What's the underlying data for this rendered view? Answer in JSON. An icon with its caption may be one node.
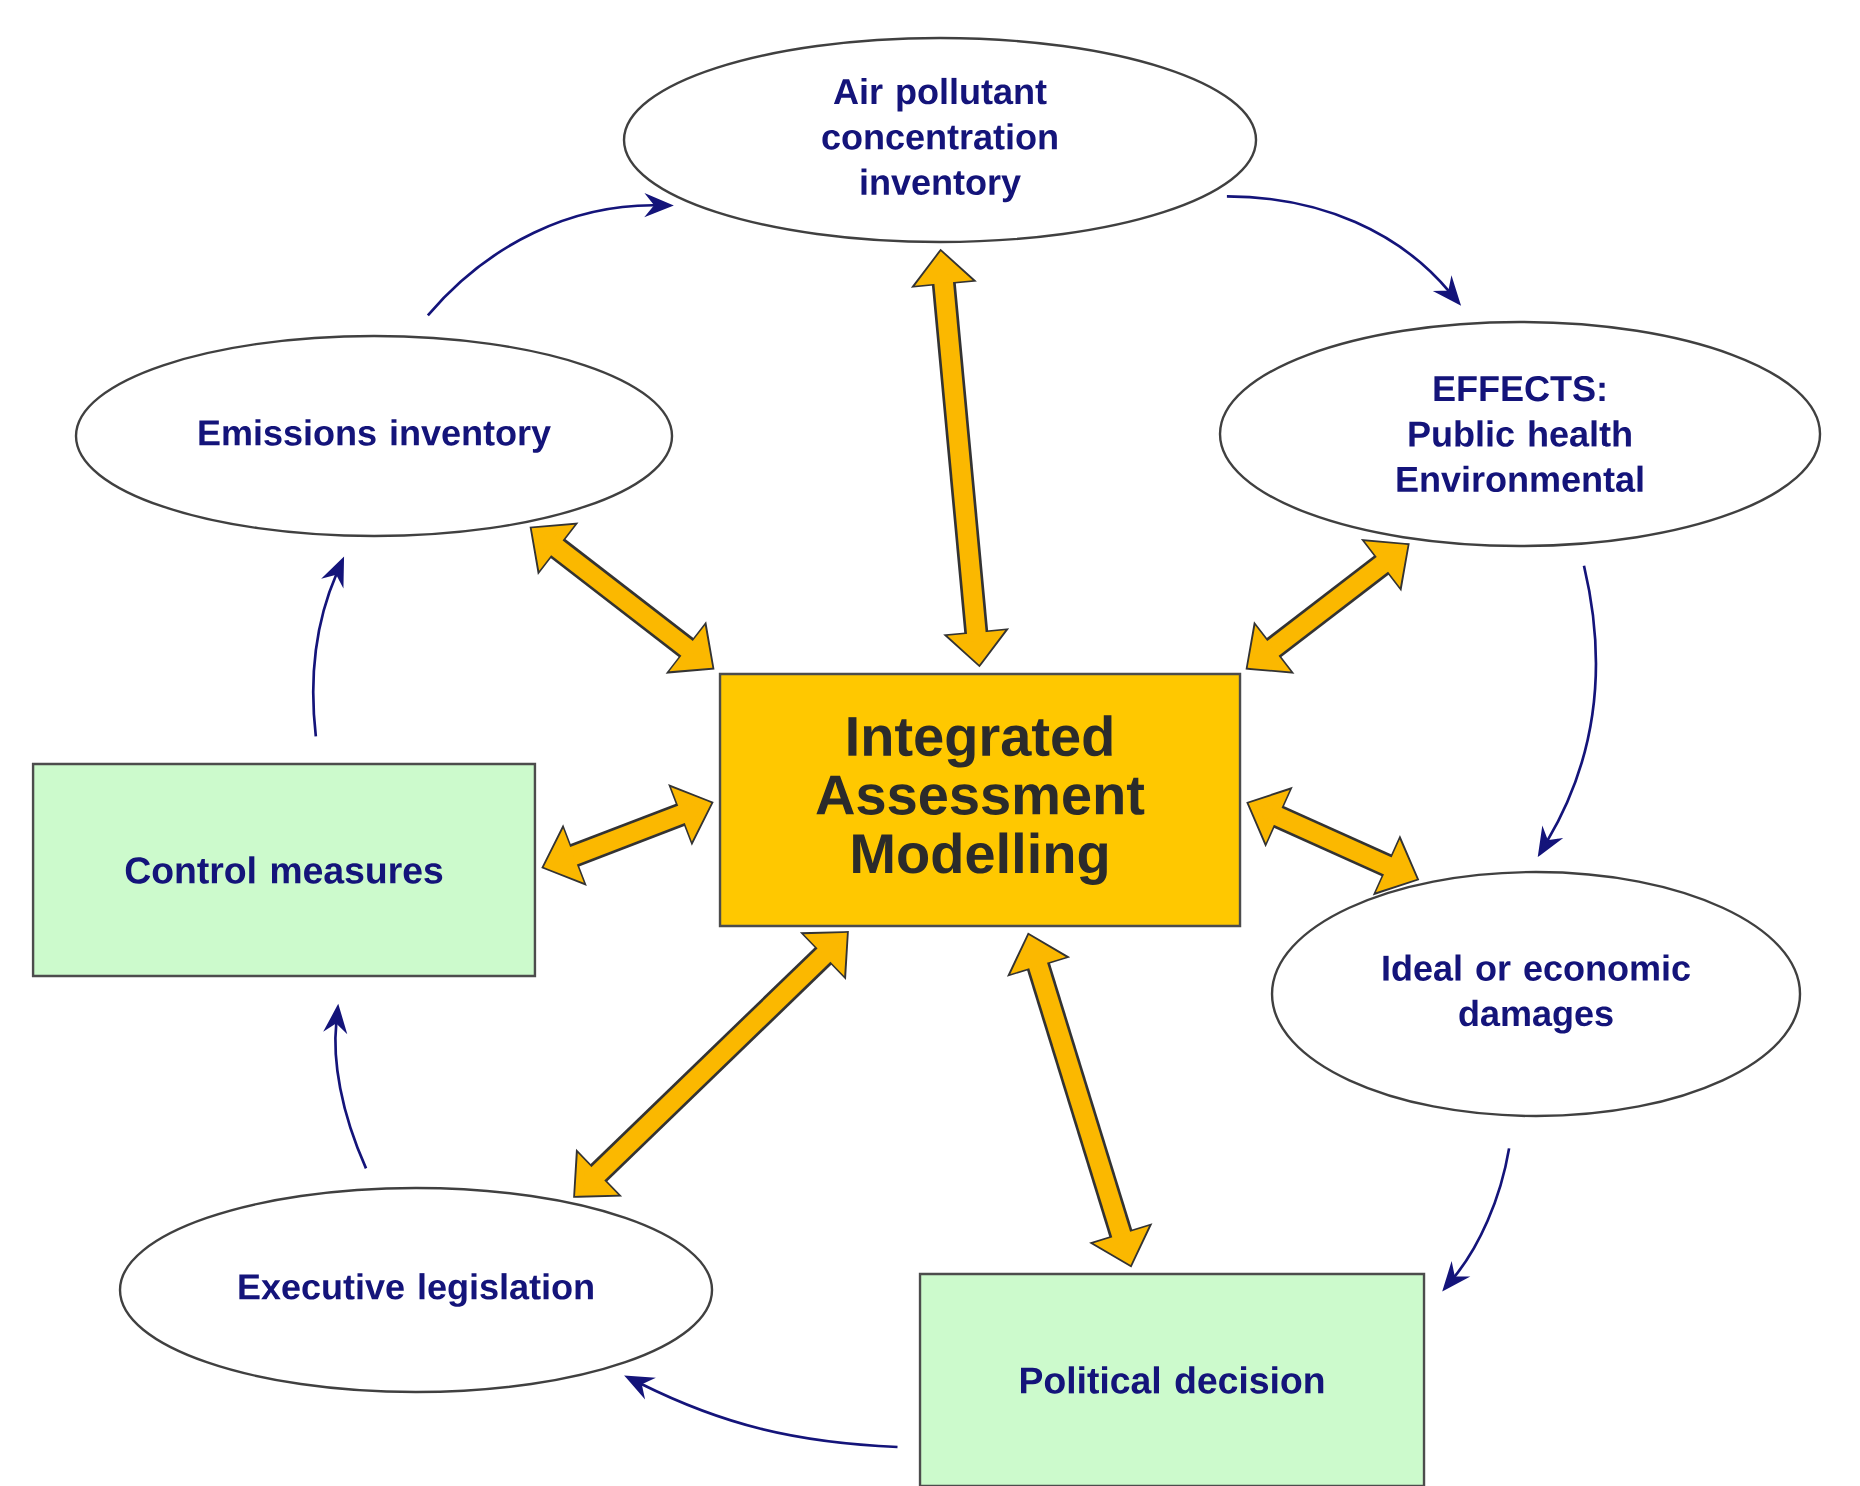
{
  "diagram": {
    "nodes": [
      {
        "text": [
          "Air pollutant concentration inventory"
        ]
      },
      {
        "text": [
          "Emissions inventory"
        ]
      },
      {
        "text": [
          "EFFECTS:",
          "Public health Environmental"
        ]
      },
      {
        "text": [
          "Integrated Assessment Modelling"
        ]
      },
      {
        "text": [
          "Control measures"
        ]
      },
      {
        "text": [
          "Ideal or economic damages"
        ]
      },
      {
        "text": [
          "Executive legislation"
        ]
      },
      {
        "text": [
          "Political decision"
        ]
      }
    ],
    "edges": [
      {
        "from": 1,
        "to": 0,
        "arrow": "to"
      },
      {
        "from": 0,
        "to": 2,
        "arrow": "to"
      },
      {
        "from": 2,
        "to": 5,
        "arrow": "to"
      },
      {
        "from": 5,
        "to": 7,
        "arrow": "to"
      },
      {
        "from": 7,
        "to": 6,
        "arrow": "to"
      },
      {
        "from": 6,
        "to": 4,
        "arrow": "to"
      },
      {
        "from": 4,
        "to": 1,
        "arrow": "to"
      },
      {
        "from": 3,
        "to": 0,
        "arrow": "both",
        "style": "thick",
        "color": "#fbb800"
      },
      {
        "from": 3,
        "to": 1,
        "arrow": "both",
        "style": "thick",
        "color": "#fbb800"
      },
      {
        "from": 3,
        "to": 2,
        "arrow": "both",
        "style": "thick",
        "color": "#fbb800"
      },
      {
        "from": 3,
        "to": 4,
        "arrow": "both",
        "style": "thick",
        "color": "#fbb800"
      },
      {
        "from": 3,
        "to": 5,
        "arrow": "both",
        "style": "thick",
        "color": "#fbb800"
      },
      {
        "from": 3,
        "to": 6,
        "arrow": "both",
        "style": "thick",
        "color": "#fbb800"
      },
      {
        "from": 3,
        "to": 7,
        "arrow": "both",
        "style": "thick",
        "color": "#fbb800"
      }
    ]
  }
}
